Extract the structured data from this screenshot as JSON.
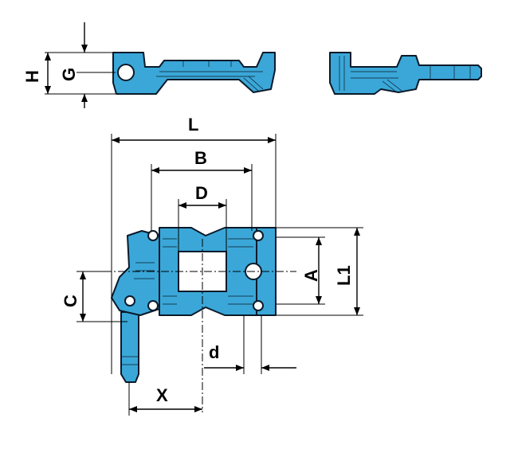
{
  "labels": {
    "H": "H",
    "G": "G",
    "L": "L",
    "B": "B",
    "D": "D",
    "A": "A",
    "L1": "L1",
    "C": "C",
    "d": "d",
    "X": "X"
  },
  "colors": {
    "part_fill": "#3aa7d8",
    "outline": "#0b1a2a",
    "dimension": "#000000"
  }
}
